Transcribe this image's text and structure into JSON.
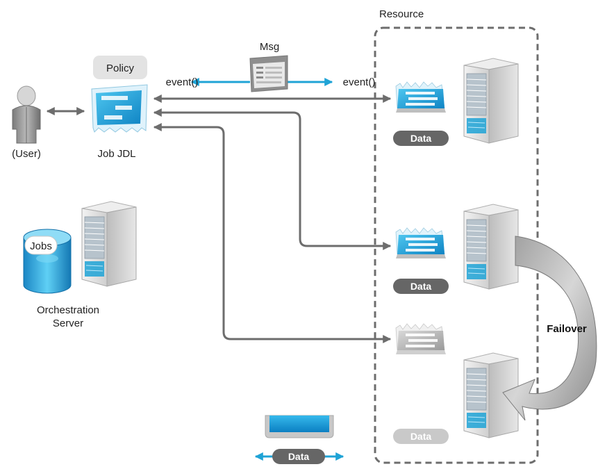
{
  "labels": {
    "resource": "Resource",
    "msg": "Msg",
    "policy": "Policy",
    "event_left": "event()",
    "event_right": "event()",
    "user": "(User)",
    "job_jdl": "Job JDL",
    "jobs": "Jobs",
    "orchestration_line1": "Orchestration",
    "orchestration_line2": "Server",
    "failover": "Failover",
    "data_1": "Data",
    "data_2": "Data",
    "data_3": "Data",
    "data_transfer": "Data"
  },
  "icons": {
    "user": "user-icon",
    "job": "job-document-icon",
    "message": "message-window-icon",
    "database": "database-cylinder-icon",
    "server": "server-tower-icon",
    "data_store": "data-store-icon",
    "failover_arrow": "curved-arrow-icon",
    "transfer": "monitor-transfer-icon"
  },
  "colors": {
    "accent_blue": "#1fa3d6",
    "connector_gray": "#6d6d6d",
    "pill_dark": "#666666",
    "pill_light": "#c9c9c9",
    "policy_fill": "#e3e3e3",
    "server_body": "#d8d8d8"
  }
}
